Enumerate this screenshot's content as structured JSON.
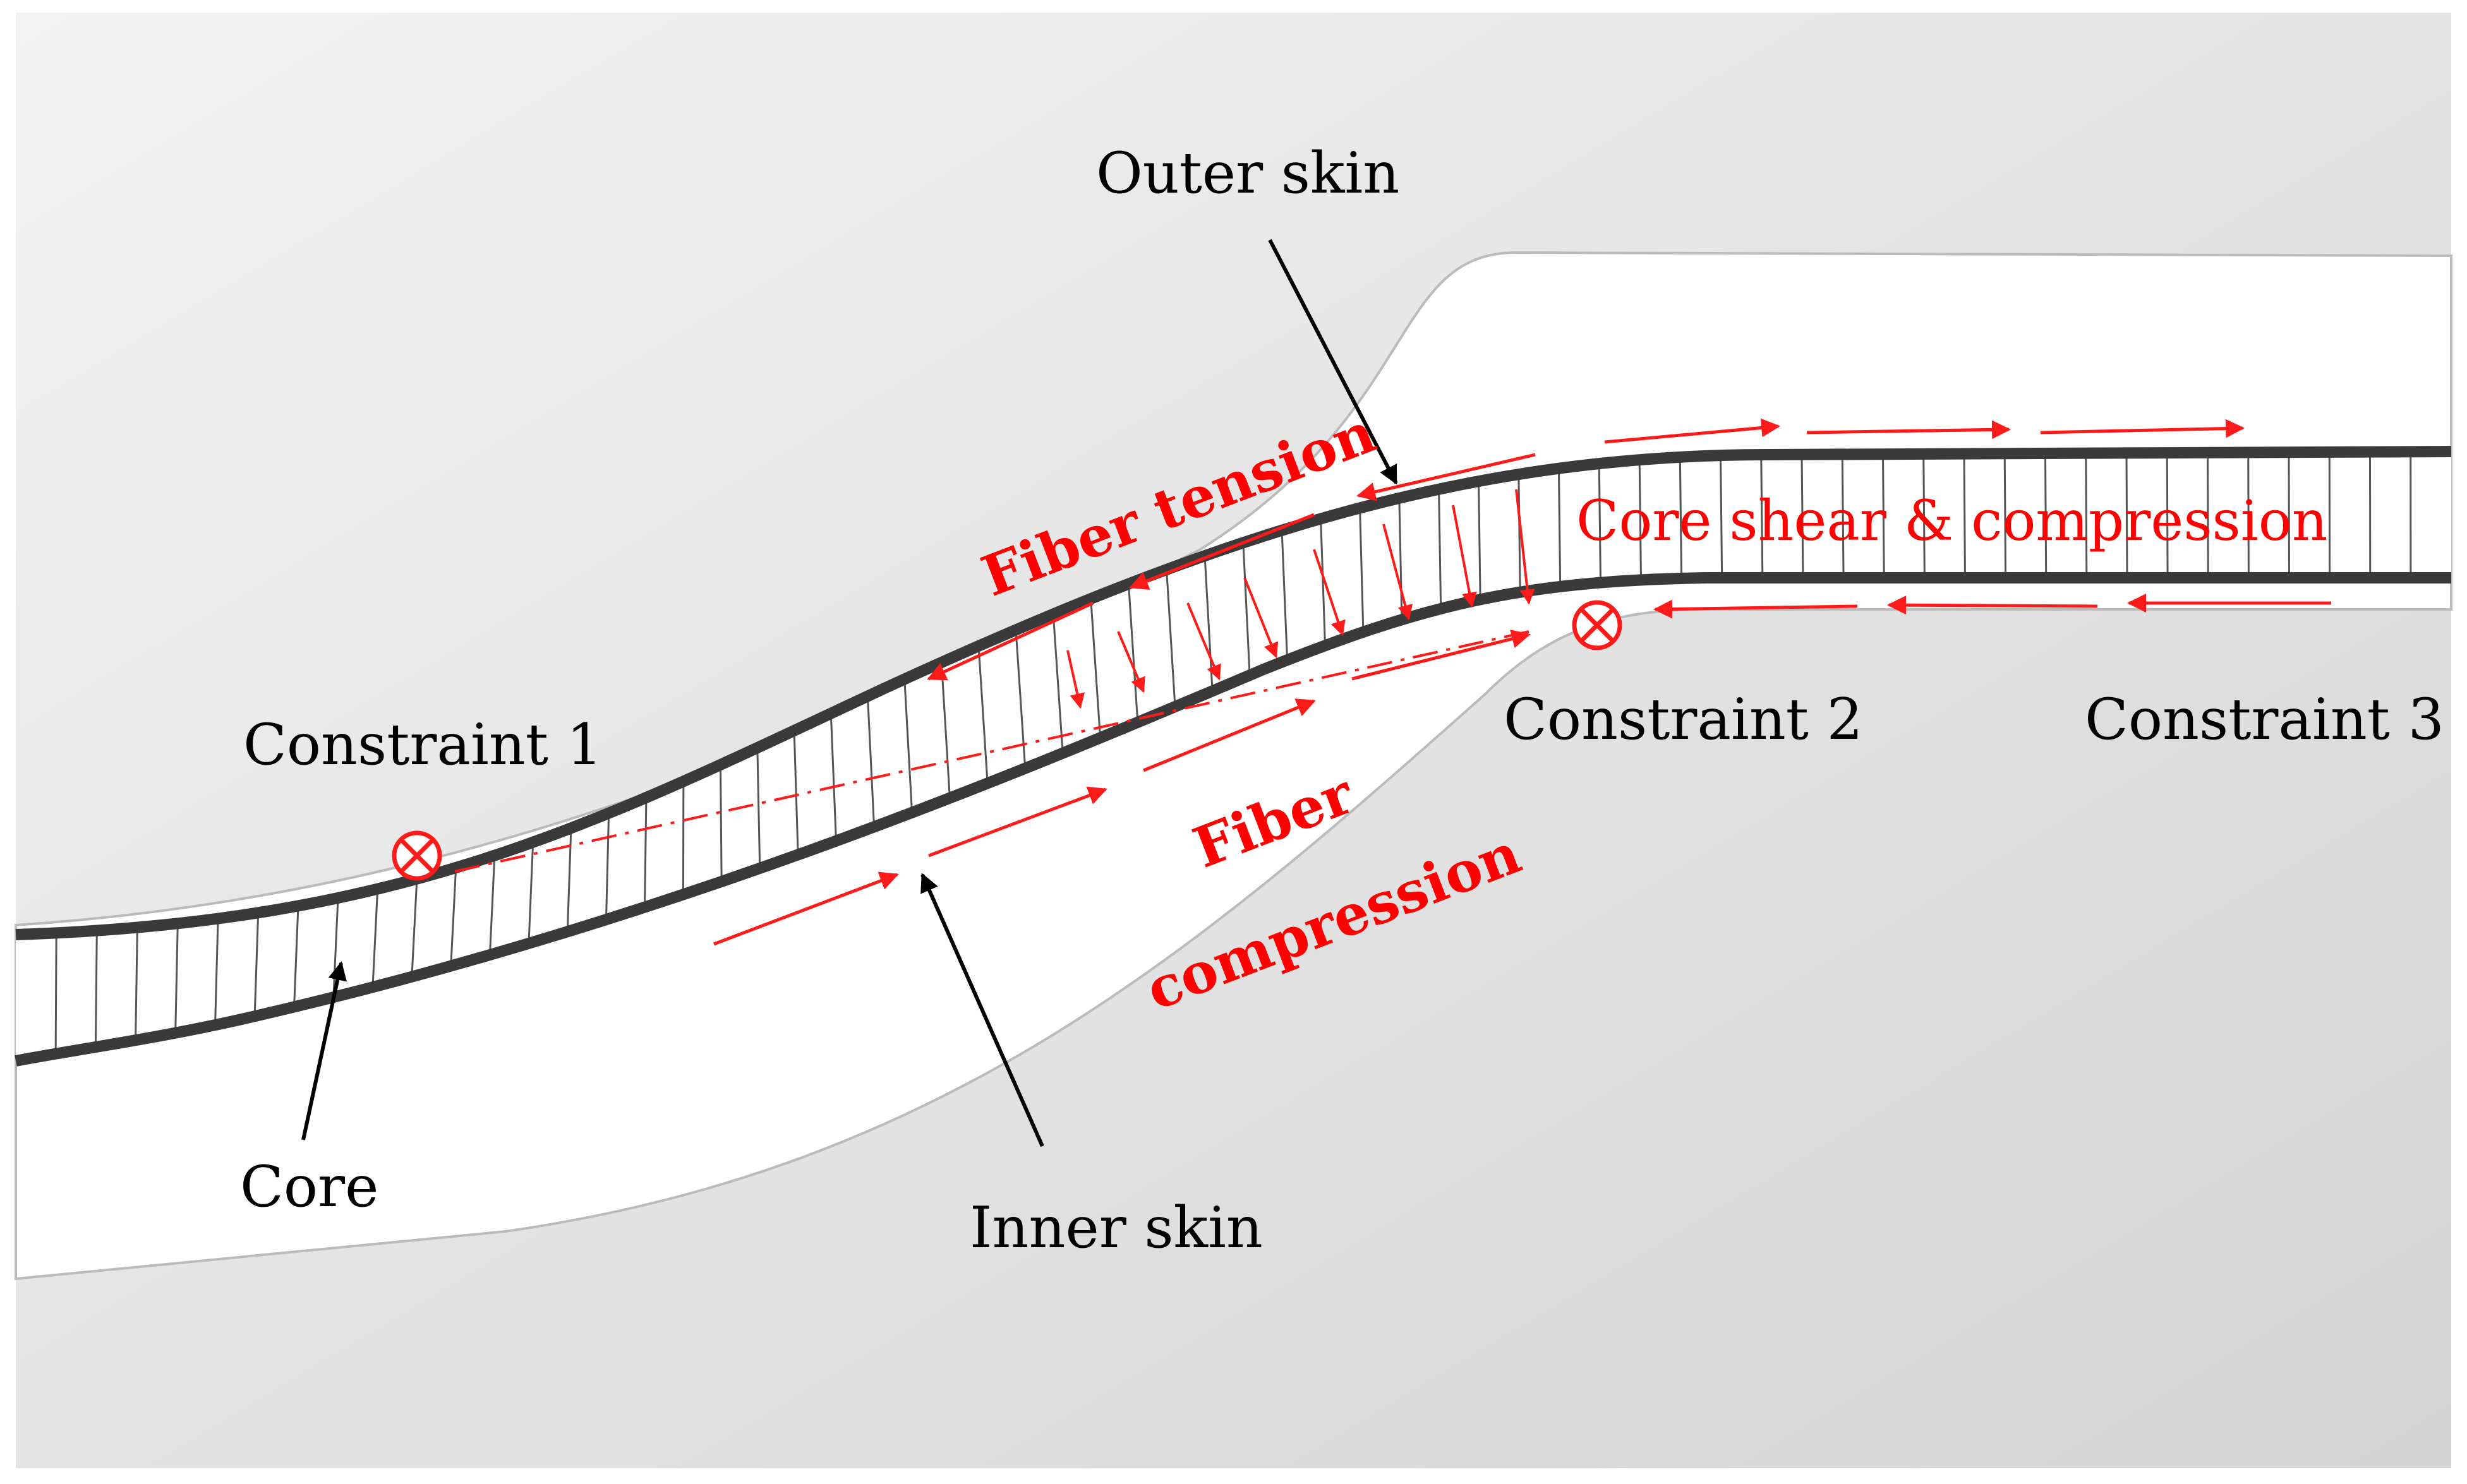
{
  "colors": {
    "background_light": "#f2f2f2",
    "background_dark": "#d6d6d6",
    "channel": "#ffffff",
    "skin": "#3a3a3a",
    "core_lines": "#555555",
    "annotation_red": "#ff1a1a",
    "pointer_black": "#000000"
  },
  "labels": {
    "outer_skin": "Outer skin",
    "inner_skin": "Inner skin",
    "core": "Core",
    "constraint_1": "Constraint 1",
    "constraint_2": "Constraint 2",
    "constraint_3": "Constraint 3",
    "fiber_tension": "Fiber tension",
    "fiber_compression_line1": "Fiber",
    "fiber_compression_line2": "compression",
    "core_shear": "Core shear & compression"
  },
  "icons": {
    "constraint_marker": "circled-times-icon"
  }
}
